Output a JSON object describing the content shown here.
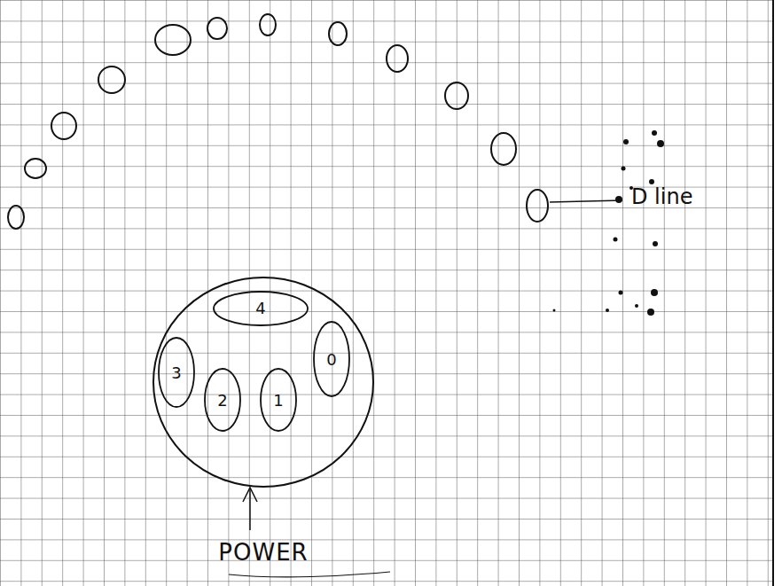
{
  "diagram": {
    "nodes": [
      {
        "text": [
          "POWER"
        ]
      },
      {
        "text": [
          "4"
        ],
        "in": 0
      },
      {
        "text": [
          "3"
        ],
        "in": 0
      },
      {
        "text": [
          "2"
        ],
        "in": 0
      },
      {
        "text": [
          "1"
        ],
        "in": 0
      },
      {
        "text": [
          "0"
        ],
        "in": 0
      }
    ],
    "labels": [
      "D line"
    ]
  }
}
